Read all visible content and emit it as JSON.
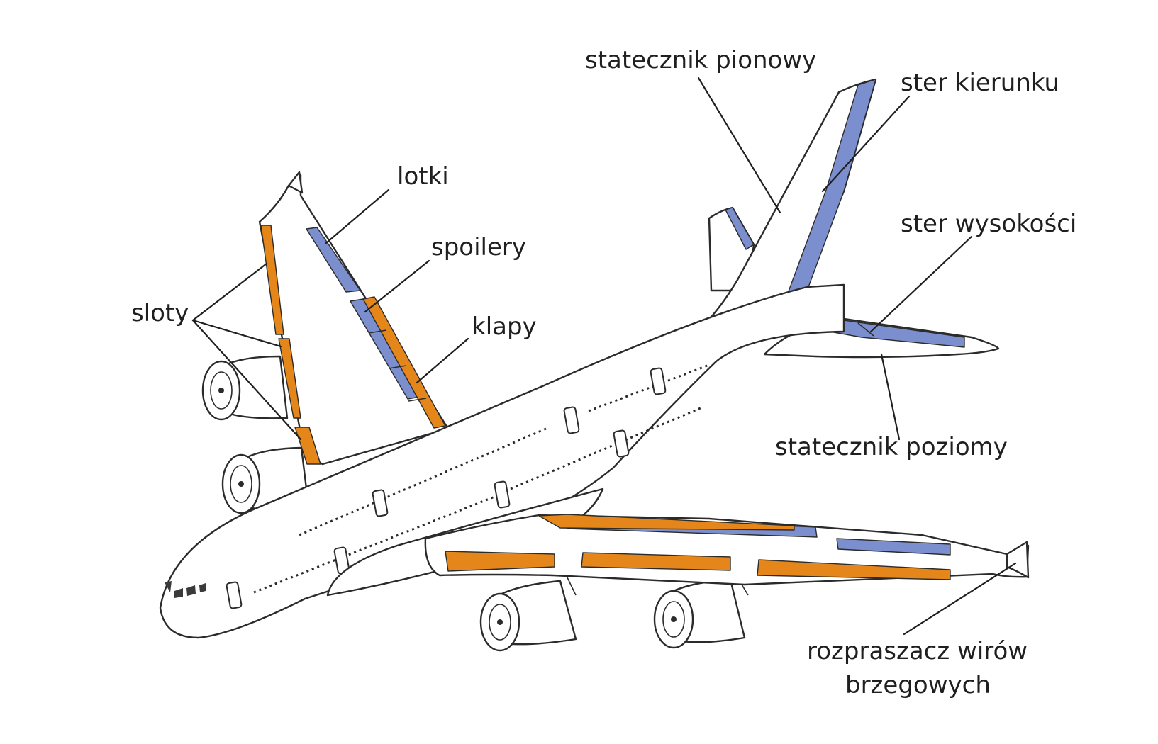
{
  "colors": {
    "control_surface_blue": "#7b8fcf",
    "high_lift_orange": "#e5861a",
    "outline": "#2b2b2b",
    "body_fill": "#ffffff"
  },
  "labels": {
    "vertical_stabilizer": "statecznik pionowy",
    "rudder": "ster kierunku",
    "ailerons": "lotki",
    "spoilers": "spoilery",
    "slats": "sloty",
    "flaps": "klapy",
    "elevator": "ster wysokości",
    "horizontal_stabilizer": "statecznik poziomy",
    "winglet_line1": "rozpraszacz wirów",
    "winglet_line2": "brzegowych"
  }
}
